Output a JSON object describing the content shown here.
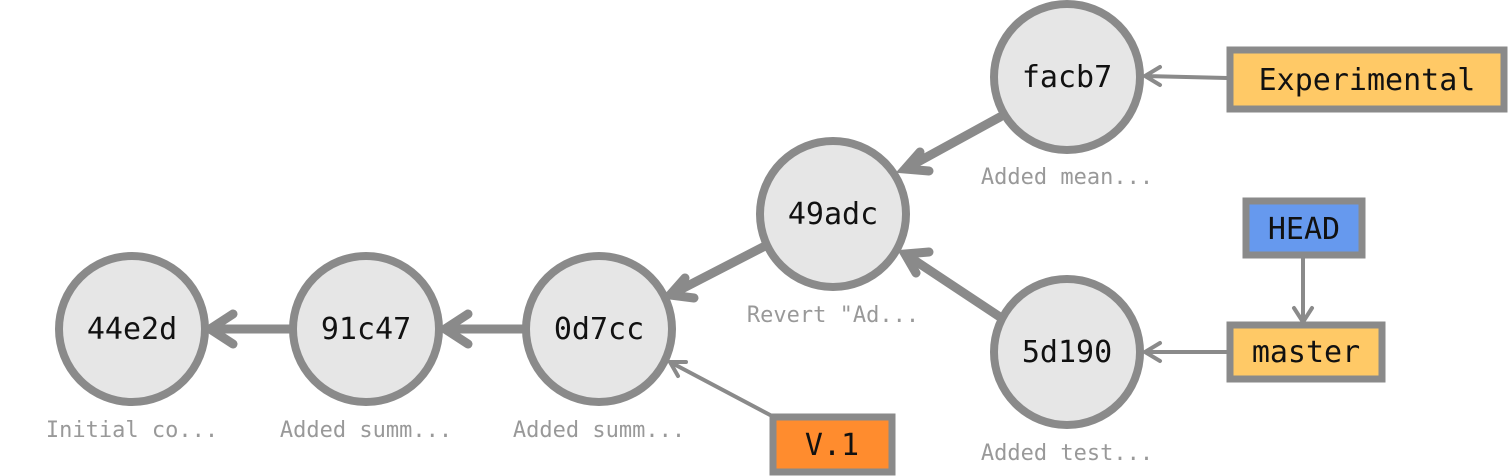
{
  "colors": {
    "node_fill": "#e6e6e6",
    "outline": "#8a8a8a",
    "message": "#999999",
    "branch": "#ffc966",
    "tag": "#ff8c2e",
    "head": "#6699ee"
  },
  "commits": [
    {
      "id": "44e2d",
      "message": "Initial co..."
    },
    {
      "id": "91c47",
      "message": "Added summ..."
    },
    {
      "id": "0d7cc",
      "message": "Added summ..."
    },
    {
      "id": "49adc",
      "message": "Revert \"Ad..."
    },
    {
      "id": "facb7",
      "message": "Added mean..."
    },
    {
      "id": "5d190",
      "message": "Added test..."
    }
  ],
  "parent_links": [
    {
      "from": "91c47",
      "to": "44e2d"
    },
    {
      "from": "0d7cc",
      "to": "91c47"
    },
    {
      "from": "49adc",
      "to": "0d7cc"
    },
    {
      "from": "facb7",
      "to": "49adc"
    },
    {
      "from": "5d190",
      "to": "49adc"
    }
  ],
  "refs": [
    {
      "name": "Experimental",
      "kind": "branch",
      "points_to": "facb7"
    },
    {
      "name": "master",
      "kind": "branch",
      "points_to": "5d190"
    },
    {
      "name": "V.1",
      "kind": "tag",
      "points_to": "0d7cc"
    },
    {
      "name": "HEAD",
      "kind": "head",
      "points_to": "master"
    }
  ]
}
